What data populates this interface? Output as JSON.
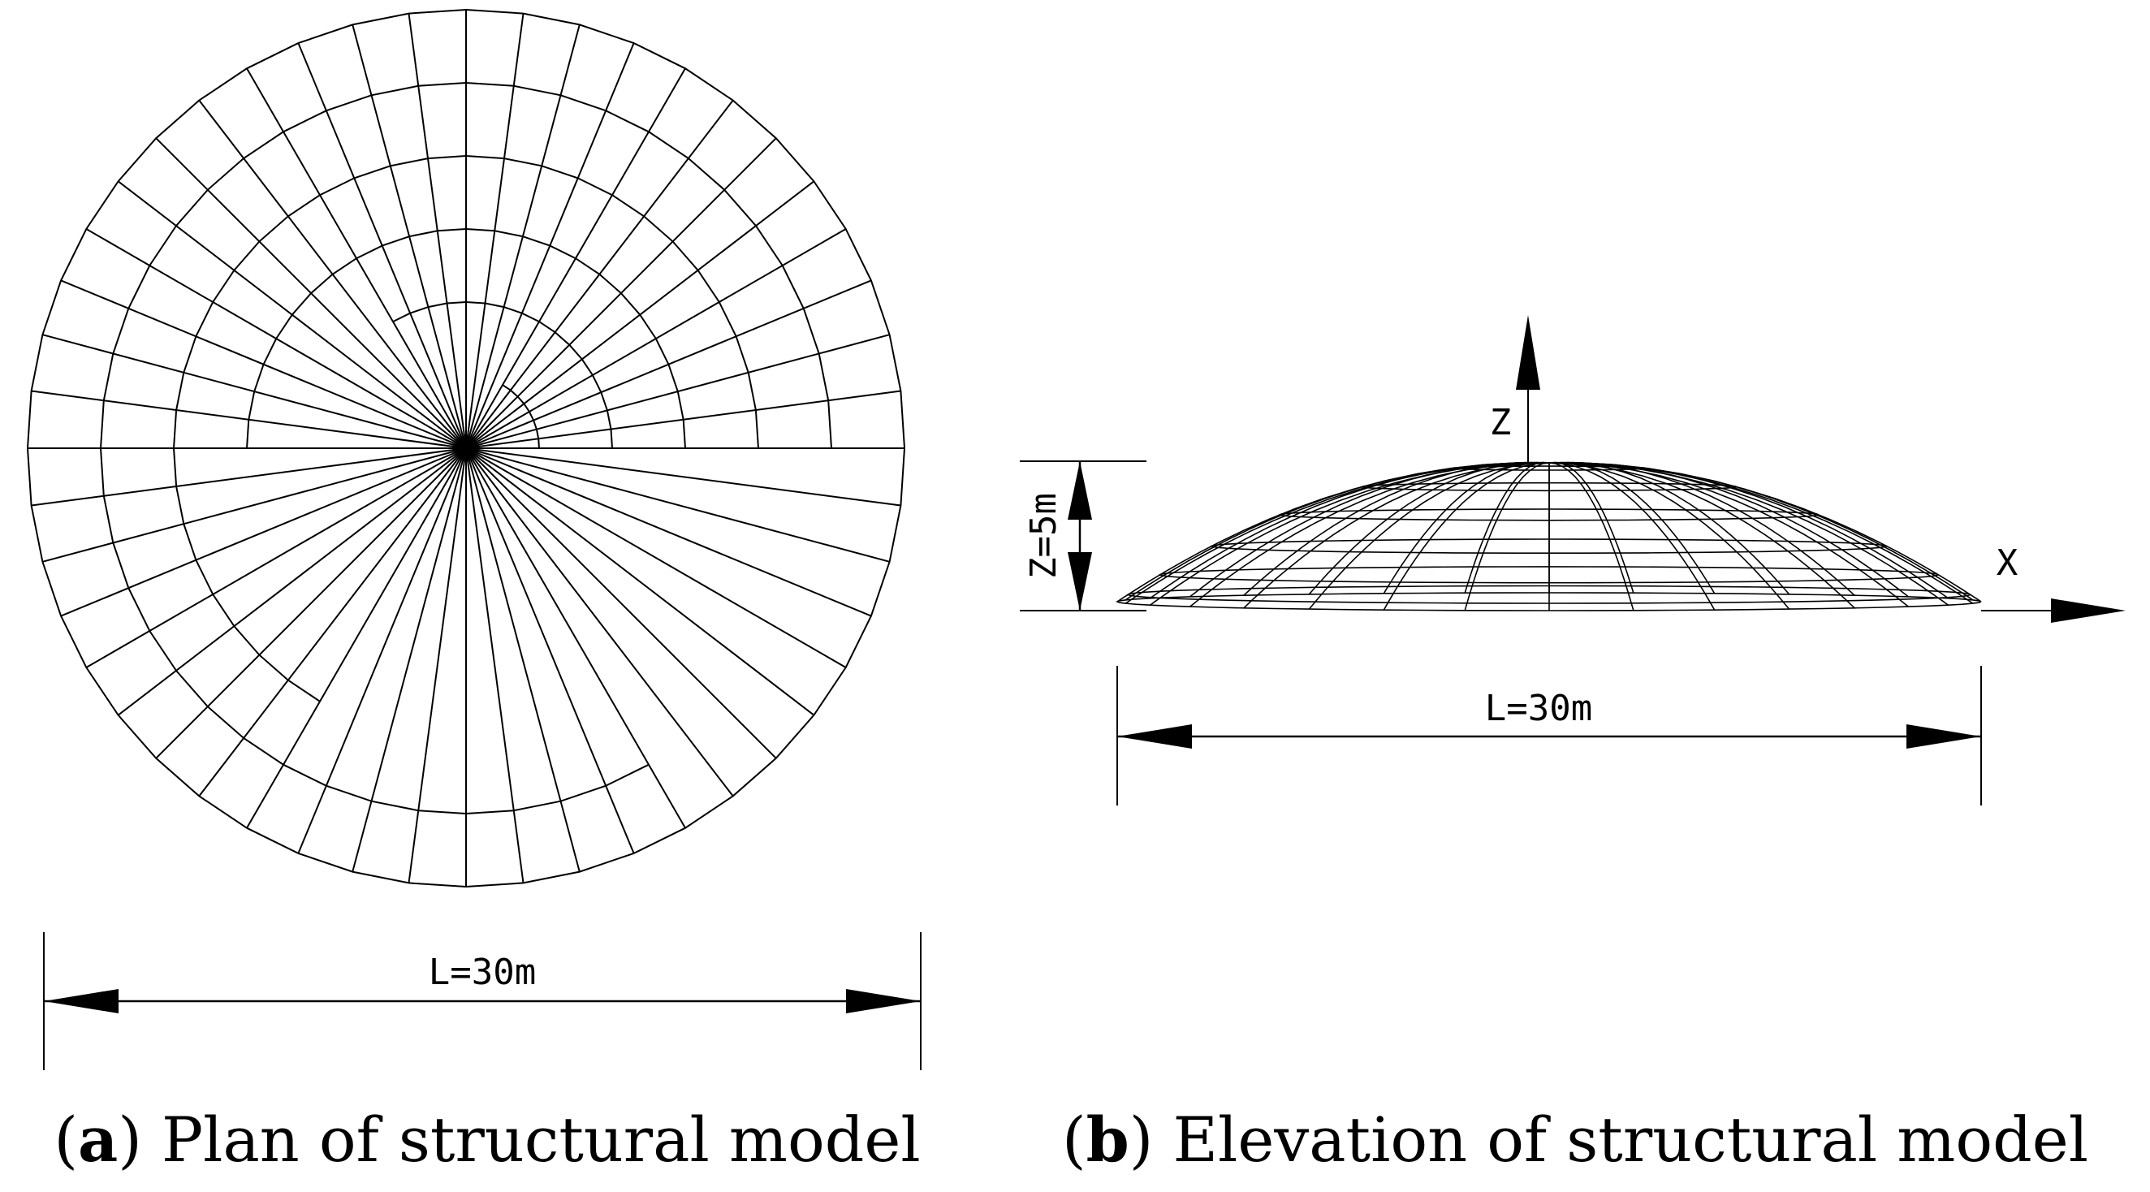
{
  "plan": {
    "span_label": "L=30m",
    "caption_letter": "a",
    "caption_text": "Plan of structural model"
  },
  "elevation": {
    "span_label": "L=30m",
    "rise_label": "Z=5m",
    "z_axis_label": "Z",
    "x_axis_label": "X",
    "caption_letter": "b",
    "caption_text": "Elevation of structural model"
  }
}
